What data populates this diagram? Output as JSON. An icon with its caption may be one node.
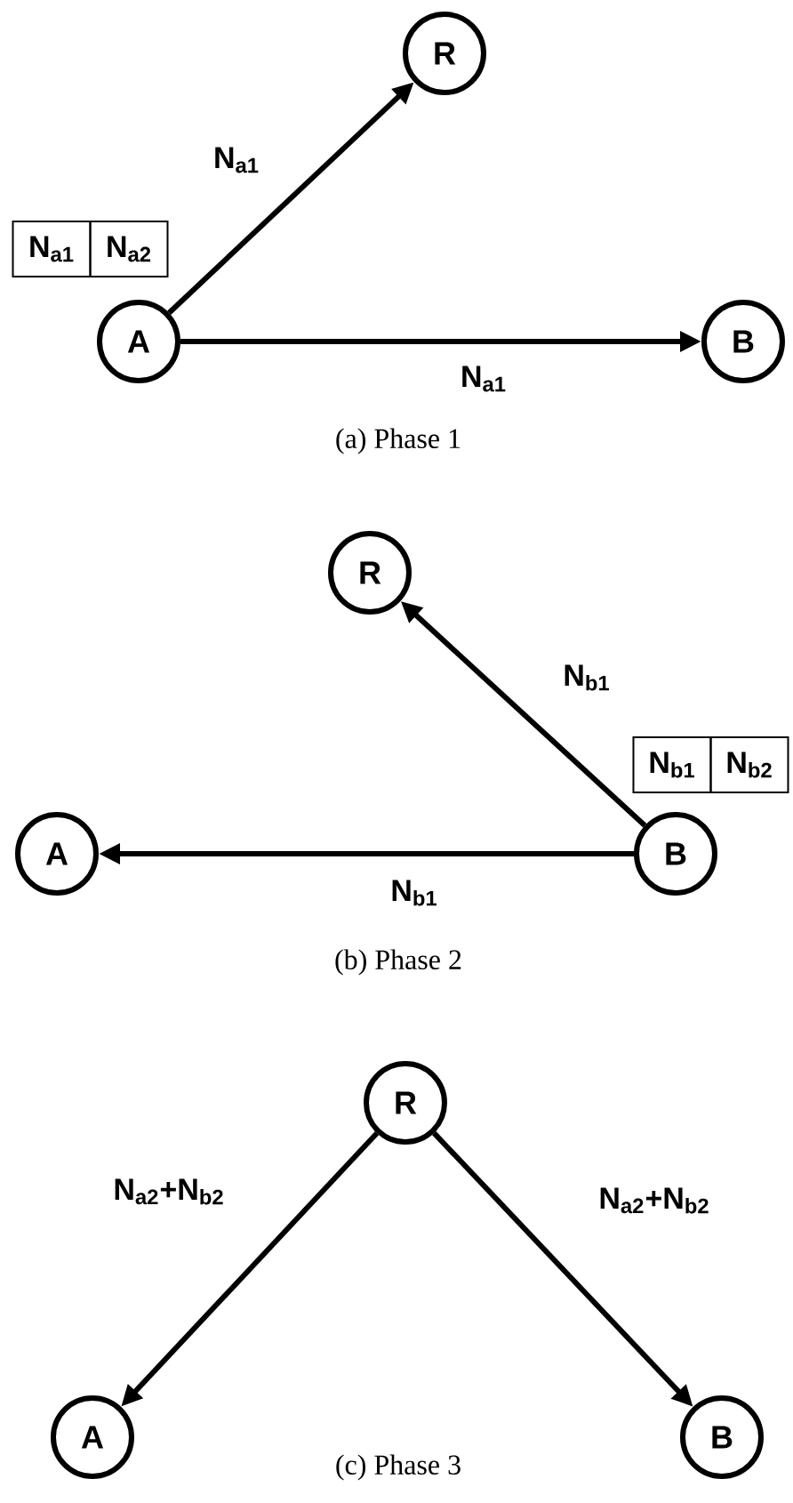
{
  "diagram": {
    "nodes": [
      {
        "text": [
          "R"
        ]
      },
      {
        "text": [
          "N$_{a1}$"
        ]
      },
      {
        "text": [
          "N$_{a2}$"
        ]
      },
      {
        "text": [
          "A"
        ]
      },
      {
        "text": [
          "B"
        ]
      },
      {
        "text": [
          "R"
        ]
      },
      {
        "text": [
          "N$_{b1}$"
        ]
      },
      {
        "text": [
          "N$_{b2}$"
        ]
      },
      {
        "text": [
          "A"
        ]
      },
      {
        "text": [
          "B"
        ]
      },
      {
        "text": [
          "R"
        ]
      },
      {
        "text": [
          "A"
        ]
      },
      {
        "text": [
          "B"
        ]
      }
    ],
    "edges": [
      {
        "from": 3,
        "to": 0,
        "arrow": "to",
        "label": "N$_{a1}$"
      },
      {
        "from": 3,
        "to": 4,
        "arrow": "to",
        "label": "N$_{a1}$"
      },
      {
        "from": 9,
        "to": 5,
        "arrow": "to",
        "label": "N$_{b1}$"
      },
      {
        "from": 9,
        "to": 8,
        "arrow": "to",
        "label": "N$_{b1}$"
      },
      {
        "from": 10,
        "to": 11,
        "arrow": "to",
        "label": "N$_{a2}$+N$_{b2}$"
      },
      {
        "from": 10,
        "to": 12,
        "arrow": "to",
        "label": "N$_{a2}$+N$_{b2}$"
      }
    ],
    "labels": [
      "(a)  Phase  1",
      "(b)  Phase  2",
      "(c)  Phase  3"
    ]
  }
}
